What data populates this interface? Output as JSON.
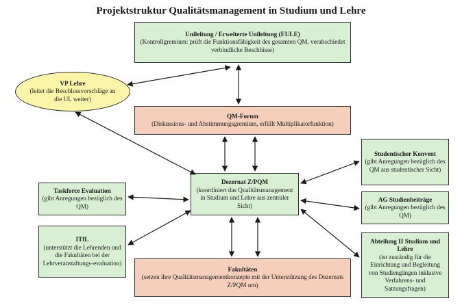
{
  "title": "Projektstruktur Qualitätsmanagement in Studium und Lehre",
  "nodes": {
    "eule": {
      "heading": "Unileitung / Erweiterte Unileitung (EULE)",
      "body": "(Kontrollgremium: prüft die Funktionsfähigkeit des gesamten QM, verabschiedet verbindliche Beschlüsse)"
    },
    "vp_lehre": {
      "heading": "VP Lehre",
      "body": "(leitet die Beschlussvorschläge an die UL weiter)"
    },
    "qm_forum": {
      "heading": "QM-Forum",
      "body": "(Diskussions- und Abstimmungsgremium, erfüllt Multiplikatorfunktion)"
    },
    "dezernat": {
      "heading": "Dezernat Z/PQM",
      "body": "(koordiniert das Qualitätsmanagement in Studium und Lehre aus zentraler Sicht)"
    },
    "taskforce": {
      "heading": "Taskforce Evaluation",
      "body": "(gibt Anregungen bezüglich des QM)"
    },
    "itfl": {
      "heading": "ITfL",
      "body": "(unterstützt die Lehrenden und die Fakultäten bei der Lehrveranstaltungs-evaluation)"
    },
    "konvent": {
      "heading": "Studentischer Konvent",
      "body": "(gibt Anregungen bezüglich des QM aus studentischer Sicht)"
    },
    "ag_studienbeitraege": {
      "heading": "AG Studienbeiträge",
      "body": "(gibt Anregungen bezüglich des QM)"
    },
    "abteilung2": {
      "heading": "Abteilung II Studium und Lehre",
      "body": "(ist zuständig für die Einrichtung und Begleitung von Studiengängen inklusive Verfahrens- und Satzungsfragen)"
    },
    "fakultaeten": {
      "heading": "Fakultäten",
      "body": "(setzen ihre Qualitätsmanagementkonzepte mit der Unterstützung des Dezernats Z/PQM um)"
    }
  },
  "colors": {
    "green_box": "#d8efd4",
    "salmon_box": "#f5cfbb",
    "yellow_ellipse": "#faf5a8",
    "arrow": "#1a1a1a"
  }
}
